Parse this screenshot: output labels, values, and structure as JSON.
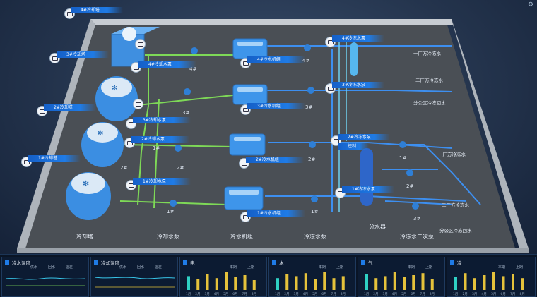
{
  "scene": {
    "sections": {
      "cooling_tower": "冷却塔",
      "cooling_pump": "冷却水泵",
      "chiller": "冷水机组",
      "chilled_pump": "冷冻水泵",
      "divider": "分水器",
      "secondary_pump": "冷冻水二次泵"
    },
    "units": {
      "u1": "1#",
      "u2": "2#",
      "u3": "3#",
      "u4": "4#",
      "cp1": "1#",
      "cp2": "2#",
      "cp3": "3#",
      "cp4": "4#",
      "sp1": "1#",
      "sp2": "2#",
      "sp3": "3#"
    },
    "pipe_labels": {
      "p1": "一厂方冷冻水",
      "p2": "二厂方冷冻水",
      "p3": "分公区冷冻回水",
      "p4": "一厂方冷冻水",
      "p5": "二厂方冷冻水",
      "p6": "分公区冷冻回水"
    },
    "tags": {
      "t_tower4": "4#冷却塔",
      "t_tower3": "3#冷却塔",
      "t_tower2": "2#冷却塔",
      "t_tower1": "1#冷却塔",
      "t_pump4": "4#冷却水泵",
      "t_pump3": "3#冷却水泵",
      "t_pump2": "2#冷却水泵",
      "t_pump1": "1#冷却水泵",
      "t_chiller4": "4#冷水机组",
      "t_chiller3": "3#冷水机组",
      "t_chiller2": "2#冷水机组",
      "t_chiller1": "1#冷水机组",
      "t_div1": "1#冷冻水泵",
      "t_div2": "2#冷冻水泵",
      "t_div3": "3#冷冻水泵",
      "t_div4": "4#冷冻水泵",
      "t_ctrl": "控制"
    }
  },
  "dashboard": {
    "panels": [
      {
        "title": "冷水温度",
        "legend": [
          "供水",
          "回水",
          "温差"
        ]
      },
      {
        "title": "冷却温度",
        "legend": [
          "供水",
          "回水",
          "温差"
        ]
      },
      {
        "title": "电",
        "legend": [
          "本期",
          "上期"
        ]
      },
      {
        "title": "水",
        "legend": [
          "本期",
          "上期"
        ]
      },
      {
        "title": "气",
        "legend": [
          "本期",
          "上期"
        ]
      },
      {
        "title": "冷",
        "legend": [
          "本期",
          "上期"
        ]
      }
    ],
    "x_ticks": [
      "1月",
      "2月",
      "3月",
      "4月",
      "5月",
      "6月",
      "7月",
      "8月"
    ]
  }
}
